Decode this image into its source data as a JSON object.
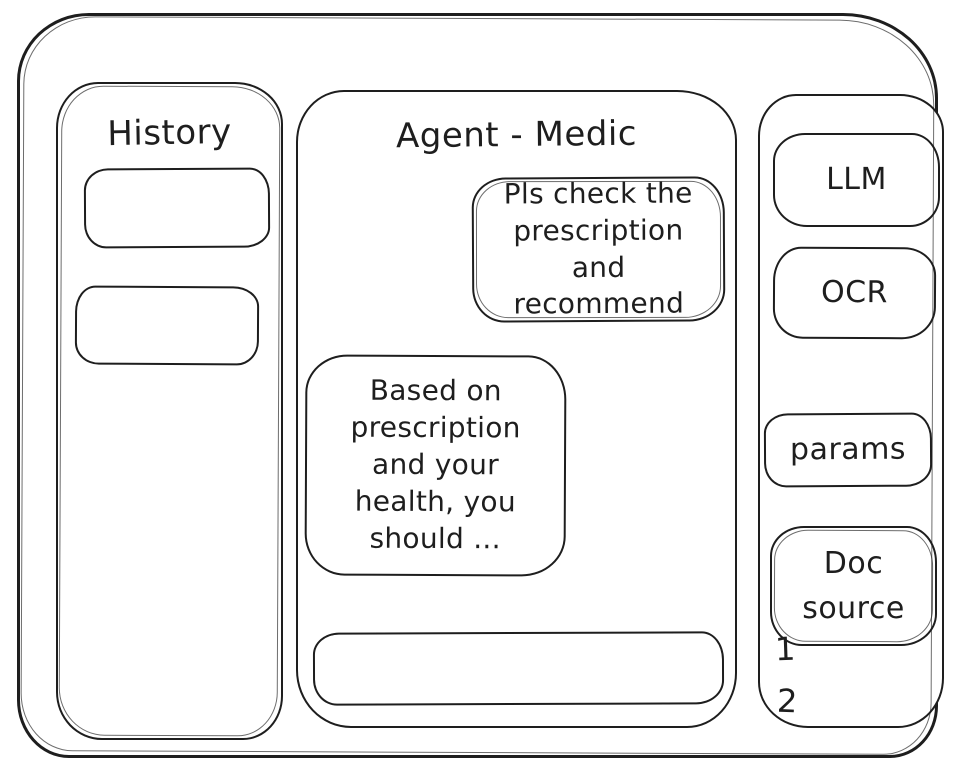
{
  "colors": {
    "stroke": "#1e1e1e",
    "background": "#ffffff"
  },
  "sidebar_left": {
    "title": "History",
    "items": [
      "",
      ""
    ]
  },
  "chat": {
    "title": "Agent - Medic",
    "messages": [
      {
        "role": "user",
        "text": "Pls check the prescription and recommend"
      },
      {
        "role": "assistant",
        "text": "Based on prescription and your health, you should ..."
      }
    ],
    "input": {
      "value": "",
      "placeholder": ""
    }
  },
  "sidebar_right": {
    "buttons": [
      {
        "label": "LLM"
      },
      {
        "label": "OCR"
      },
      {
        "label": "params"
      },
      {
        "label": "Doc source"
      }
    ],
    "doc_list": [
      "1",
      "2"
    ]
  }
}
